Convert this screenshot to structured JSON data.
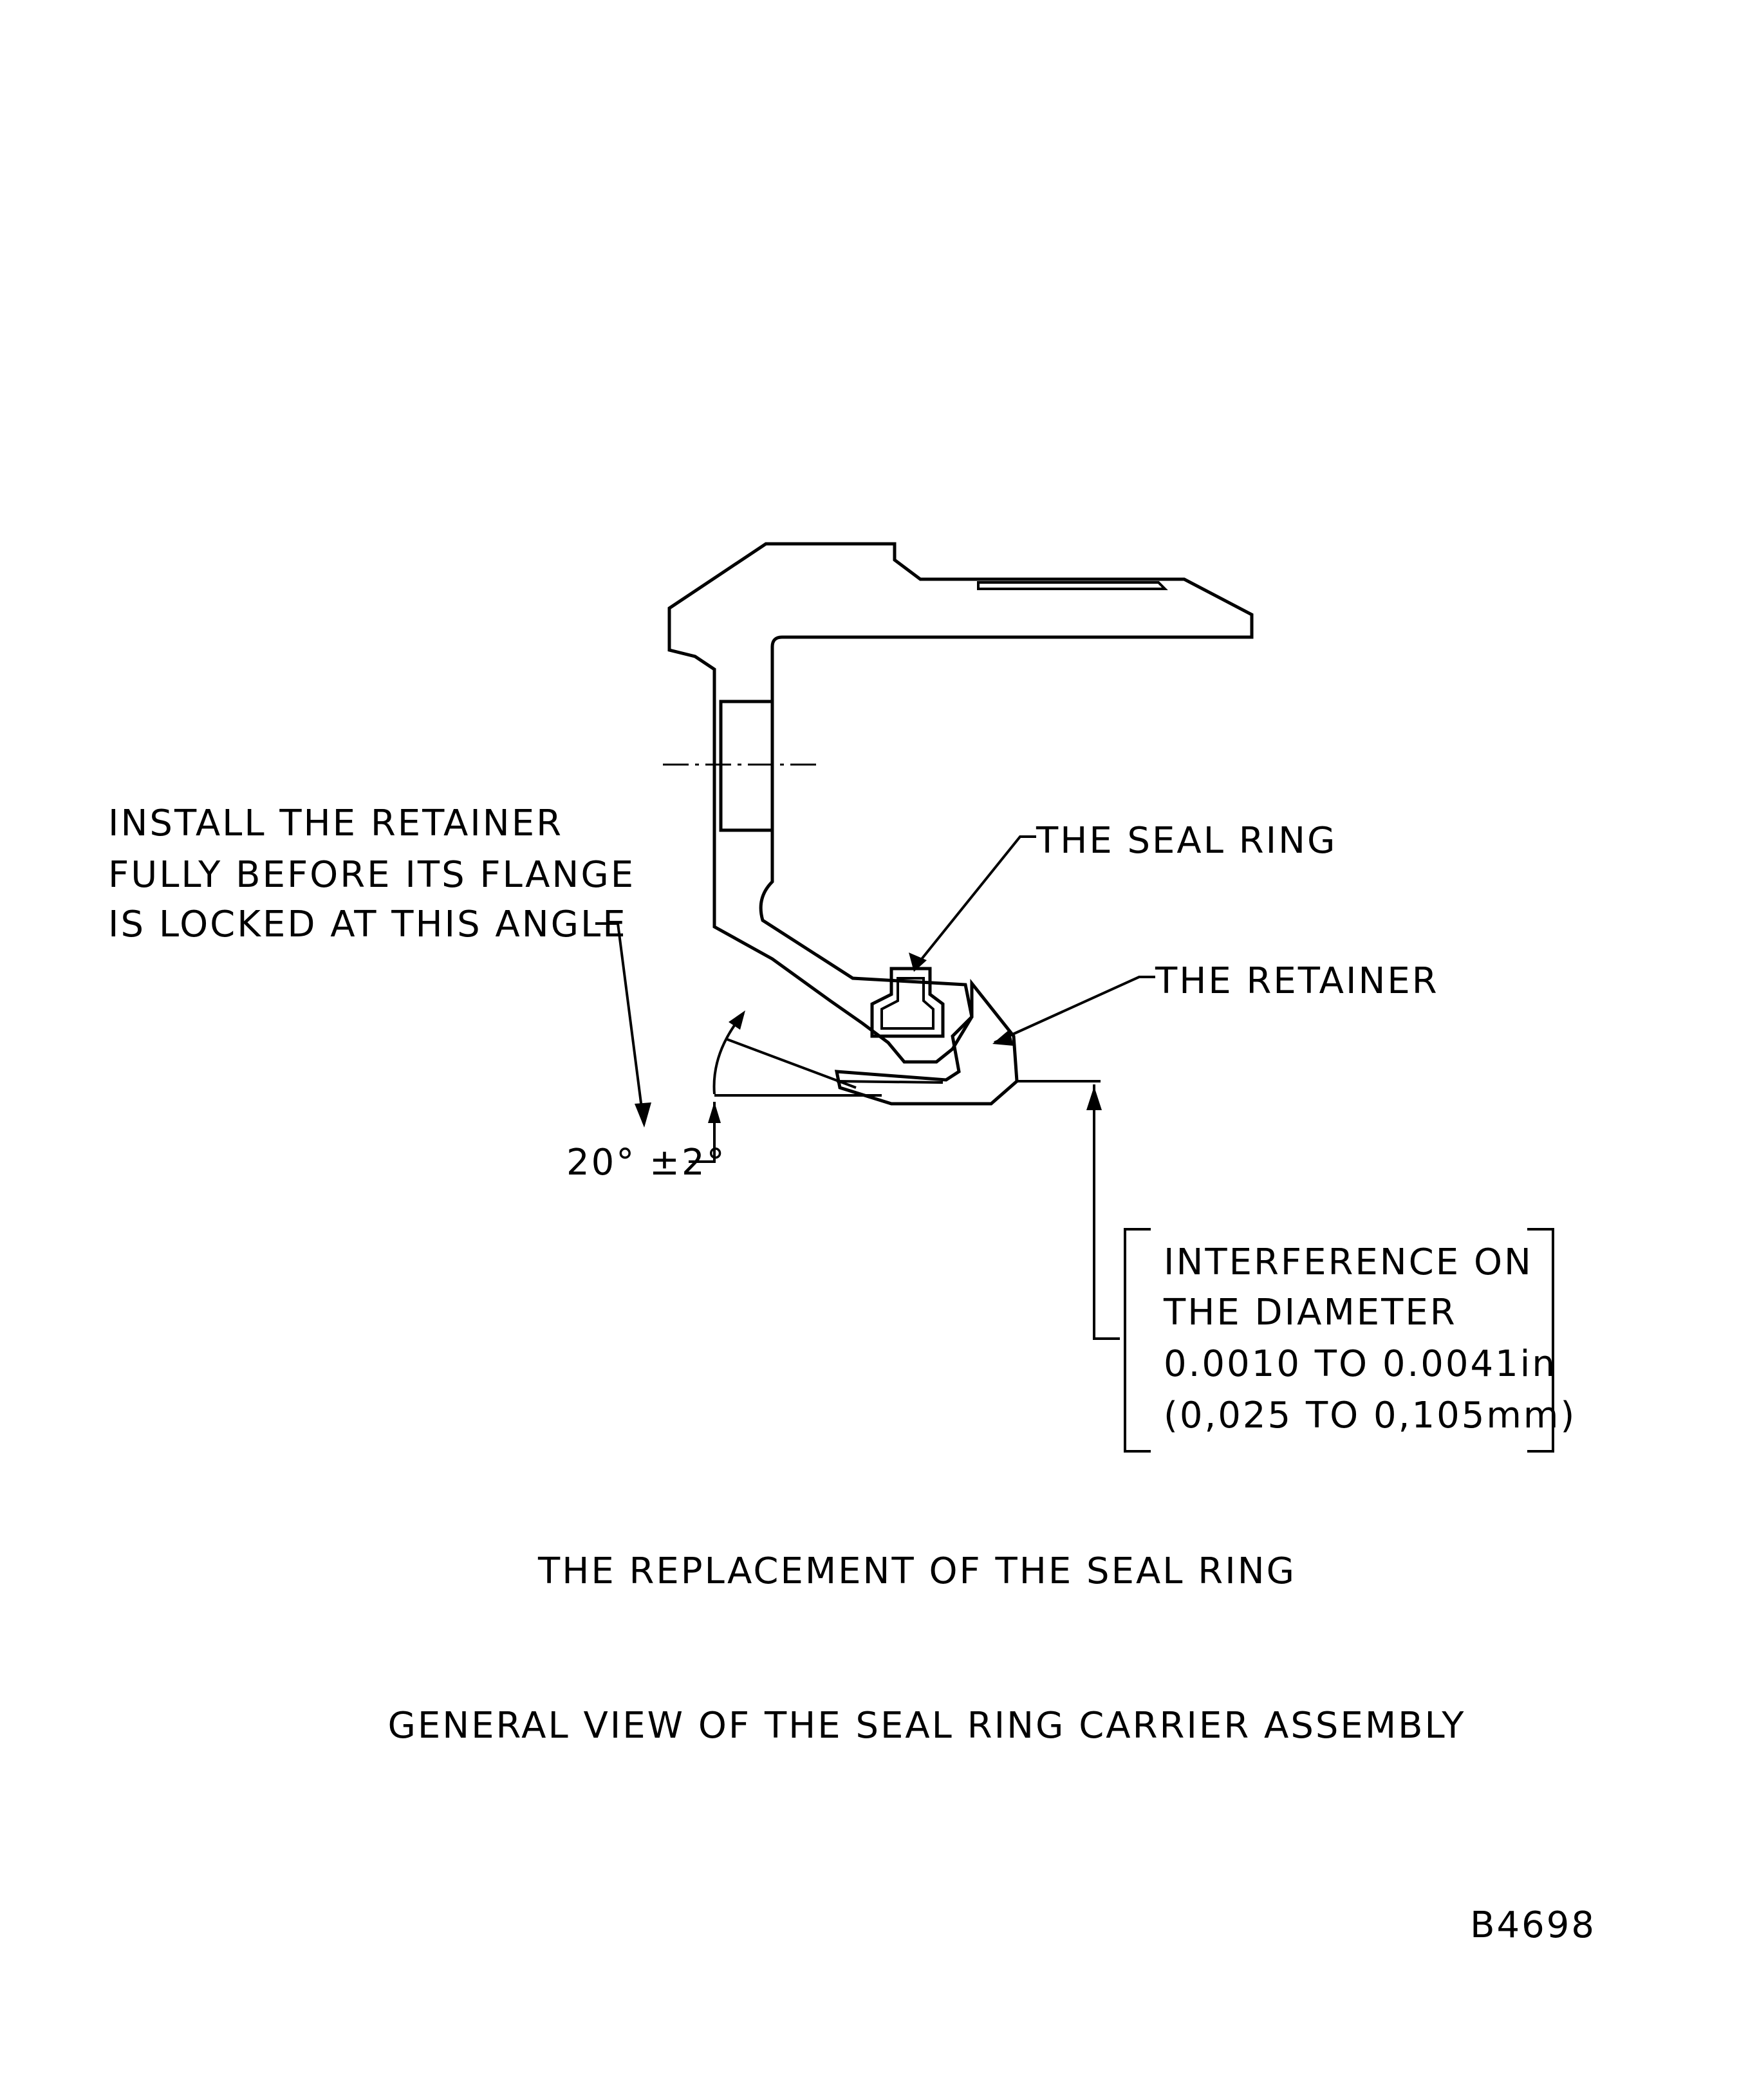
{
  "labels": {
    "seal_ring": "THE SEAL RING",
    "retainer": "THE RETAINER",
    "install_note": [
      "INSTALL THE RETAINER",
      "FULLY BEFORE ITS FLANGE",
      "IS LOCKED AT THIS ANGLE"
    ],
    "angle": "20° ±2°",
    "interference": [
      "INTERFERENCE ON",
      "THE DIAMETER",
      "0.0010 TO 0.0041in",
      "(0,025 TO 0,105mm)"
    ]
  },
  "captions": {
    "title": "THE REPLACEMENT OF THE SEAL RING",
    "subtitle": "GENERAL VIEW OF THE SEAL RING CARRIER ASSEMBLY"
  },
  "figure_id": "B4698"
}
